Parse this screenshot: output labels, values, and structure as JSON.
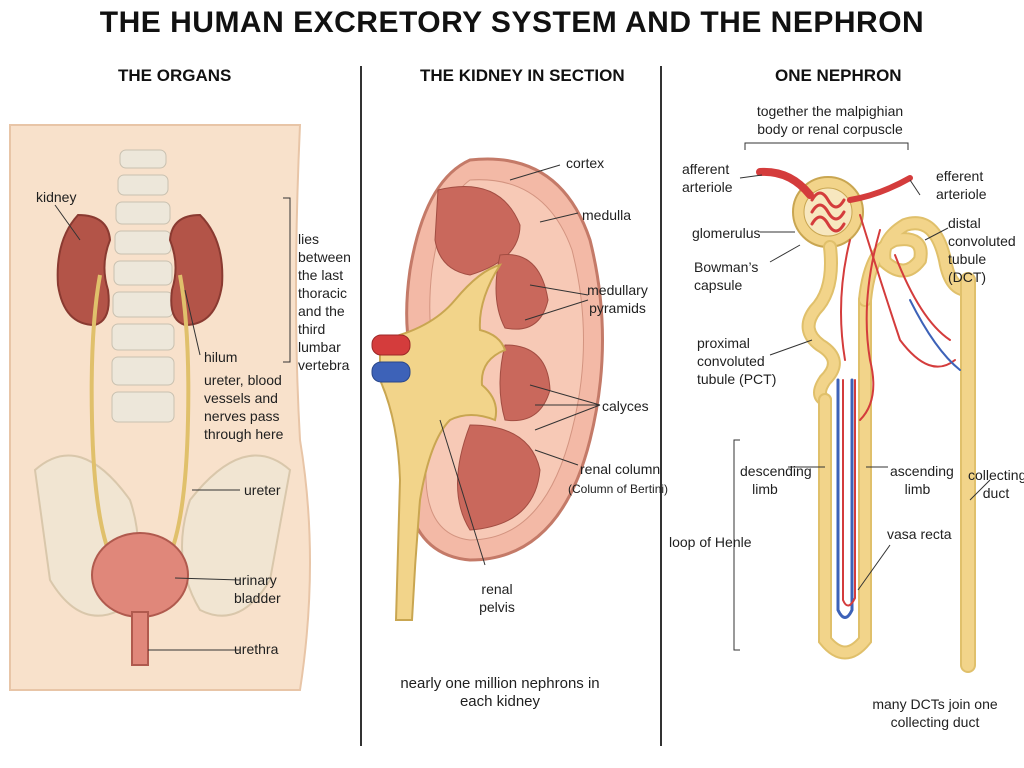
{
  "title": "THE HUMAN EXCRETORY SYSTEM AND THE NEPHRON",
  "panels": {
    "organs": {
      "title": "THE ORGANS",
      "labels": {
        "kidney": "kidney",
        "lies_between": "lies between the last thoracic and the third lumbar vertebra",
        "hilum": "hilum",
        "hilum_note": "ureter, blood vessels and nerves pass through here",
        "ureter": "ureter",
        "urinary_bladder": "urinary bladder",
        "urethra": "urethra"
      }
    },
    "kidney_section": {
      "title": "THE KIDNEY IN SECTION",
      "labels": {
        "cortex": "cortex",
        "medulla": "medulla",
        "medullary_pyramids": "medullary pyramids",
        "calyces": "calyces",
        "renal_column": "renal column",
        "column_of_bertini": "(Column of Bertini)",
        "renal_pelvis": "renal pelvis"
      },
      "footnote": "nearly one million nephrons in each kidney"
    },
    "nephron": {
      "title": "ONE NEPHRON",
      "labels": {
        "malpighian_body": "together the malpighian body or renal corpuscle",
        "afferent_arteriole": "afferent arteriole",
        "efferent_arteriole": "efferent arteriole",
        "glomerulus": "glomerulus",
        "bowmans_capsule": "Bowman’s capsule",
        "dct": "distal convoluted tubule (DCT)",
        "pct": "proximal convoluted tubule (PCT)",
        "descending_limb": "descending limb",
        "ascending_limb": "ascending limb",
        "collecting_duct": "collecting duct",
        "loop_of_henle": "loop of Henle",
        "vasa_recta": "vasa recta"
      },
      "footnote": "many DCTs join one collecting duct"
    }
  },
  "colors": {
    "skin": "#f6dcc3",
    "kidney": "#b5564a",
    "tubule": "#f2d48a",
    "artery": "#d43c3c",
    "vein": "#3d62b8",
    "pyramid": "#c9685c",
    "spine": "#ece6d8"
  }
}
